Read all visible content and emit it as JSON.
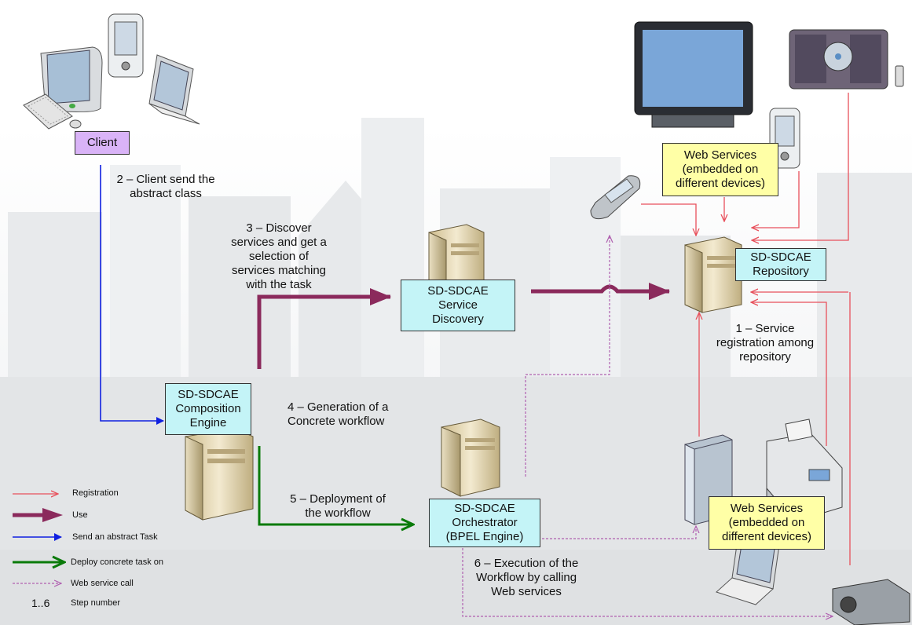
{
  "colors": {
    "registration": "#e8505b",
    "use": "#8b2a5c",
    "send": "#1020e0",
    "deploy": "#0a7a0a",
    "webcall": "#b060b0",
    "client_box": "#d9b3f7",
    "engine_box": "#c4f4f7",
    "webservices_box": "#ffffa6"
  },
  "nodes": {
    "client": "Client",
    "composition_engine": "SD-SDCAE\nComposition\nEngine",
    "service_discovery": "SD-SDCAE\nService\nDiscovery",
    "repository": "SD-SDCAE\nRepository",
    "orchestrator": "SD-SDCAE\nOrchestrator\n(BPEL Engine)",
    "web_services_top": "Web Services\n(embedded on\ndifferent devices)",
    "web_services_bottom": "Web Services\n(embedded on\ndifferent devices)"
  },
  "steps": {
    "step1": "1 – Service\nregistration among\nrepository",
    "step2": "2 – Client send the\nabstract class",
    "step3": "3 – Discover\nservices and get a\nselection of\nservices matching\nwith the task",
    "step4": "4 – Generation of a\nConcrete workflow",
    "step5": "5 – Deployment of\nthe workflow",
    "step6": "6 – Execution of the\nWorkflow by calling\nWeb services"
  },
  "legend": {
    "registration": "Registration",
    "use": "Use",
    "send": "Send an abstract Task",
    "deploy": "Deploy concrete task on",
    "webcall": "Web service call",
    "step_symbol": "1..6",
    "step_number": "Step number"
  },
  "icons": {
    "client_devices": [
      "desktop-computer-icon",
      "pda-icon",
      "laptop-icon"
    ],
    "servers": [
      "composition-server-icon",
      "discovery-server-icon",
      "repository-server-icon",
      "orchestrator-server-icon"
    ],
    "devices": [
      "tv-icon",
      "stereo-icon",
      "pda-icon",
      "mobile-phone-icon",
      "tower-pc-icon",
      "printer-icon",
      "laptop-icon",
      "projector-icon"
    ]
  }
}
